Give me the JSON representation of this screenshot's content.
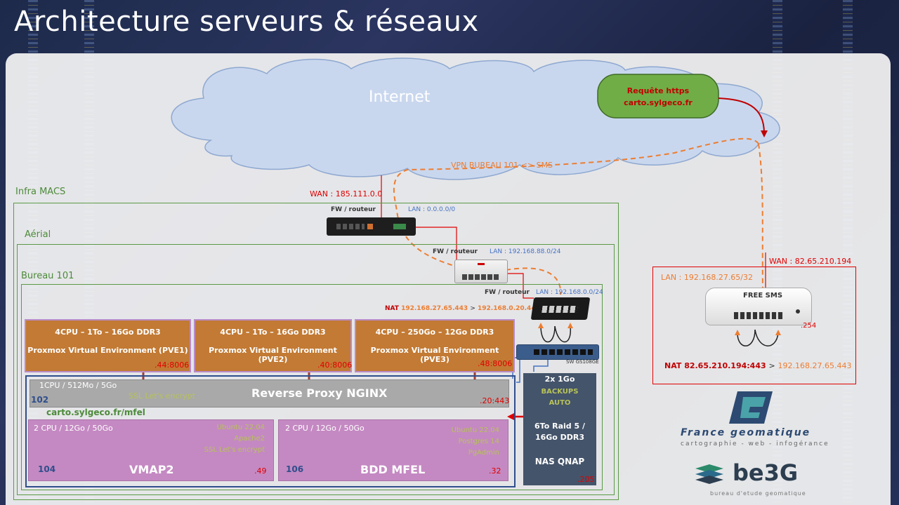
{
  "title": "Architecture serveurs & réseaux",
  "internet": {
    "label": "Internet"
  },
  "https_request": {
    "line1": "Requête https",
    "line2": "carto.sylgeco.fr"
  },
  "vpn": "VPN BUREAU  101 <> SMS",
  "zones": {
    "infra": "Infra MACS",
    "aerial": "Aérial",
    "bureau": "Bureau 101"
  },
  "fw1": {
    "label": "FW / routeur",
    "wan": "WAN : 185.111.0.0",
    "lan": "LAN : 0.0.0.0/0"
  },
  "fw2": {
    "label": "FW / routeur",
    "lan": "LAN : 192.168.88.0/24"
  },
  "fw3": {
    "label": "FW / routeur",
    "lan": "LAN : 192.168.0.0/24",
    "nat_prefix": "NAT",
    "nat_src": "192.168.27.65.443",
    "nat_arrow": ">",
    "nat_dst": "192.168.0.20.443"
  },
  "switch": {
    "label": "SW GS108GE"
  },
  "pve": [
    {
      "spec": "4CPU – 1To – 16Go DDR3",
      "name": "Proxmox Virtual Environment (PVE1)",
      "port": ".44:8006"
    },
    {
      "spec": "4CPU – 1To – 16Go DDR3",
      "name": "Proxmox Virtual Environment (PVE2)",
      "port": ".40:8006"
    },
    {
      "spec": "4CPU – 250Go – 12Go DDR3",
      "name": "Proxmox Virtual Environment (PVE3)",
      "port": ".48:8006"
    }
  ],
  "proxy": {
    "spec": "1CPU / 512Mo / 5Go",
    "name": "Reverse Proxy NGINX",
    "ssl": "SSL Let's encrypt",
    "id": "102",
    "ip": ".20:443",
    "url": "carto.sylgeco.fr/mfel"
  },
  "vmap2": {
    "spec": "2 CPU / 12Go / 50Go",
    "sw1": "Ubuntu 22.04",
    "sw2": "Apache2",
    "sw3": "SSL Let's encrypt",
    "id": "104",
    "name": "VMAP2",
    "ip": ".49"
  },
  "bdd": {
    "spec": "2 CPU / 12Go / 50Go",
    "sw1": "Ubuntu 22.04",
    "sw2": "Postgres 14",
    "sw3": "PgAdmin",
    "id": "106",
    "name": "BDD MFEL",
    "ip": ".32"
  },
  "nas": {
    "disks": "2x 1Go",
    "backup1": "BACKUPS",
    "backup2": "AUTO",
    "raid1": "6To Raid 5 /",
    "raid2": "16Go DDR3",
    "name": "NAS QNAP",
    "ip": ".205"
  },
  "sms": {
    "wan": "WAN : 82.65.210.194",
    "lan": "LAN : 192.168.27.65/32",
    "name": "FREE SMS",
    "ip": ".254",
    "nat_label": "NAT 82.65.210.194:443",
    "nat_arrow": ">",
    "nat_dst": "192.168.27.65.443"
  },
  "logos": {
    "fg_name": "France geomatique",
    "fg_tagline": "cartographie - web - infogérance",
    "be3g_name": "be3G",
    "be3g_tagline": "bureau d'etude geomatique"
  },
  "colors": {
    "pve": "#c27a34",
    "vm": "#c489c2",
    "nas": "#44546a",
    "proxy": "#a9a9a9",
    "green": "#4c8a3a",
    "red": "#e00000",
    "orange": "#ed7d31",
    "blue": "#4472c4",
    "cloud": "#c9d7ee"
  }
}
